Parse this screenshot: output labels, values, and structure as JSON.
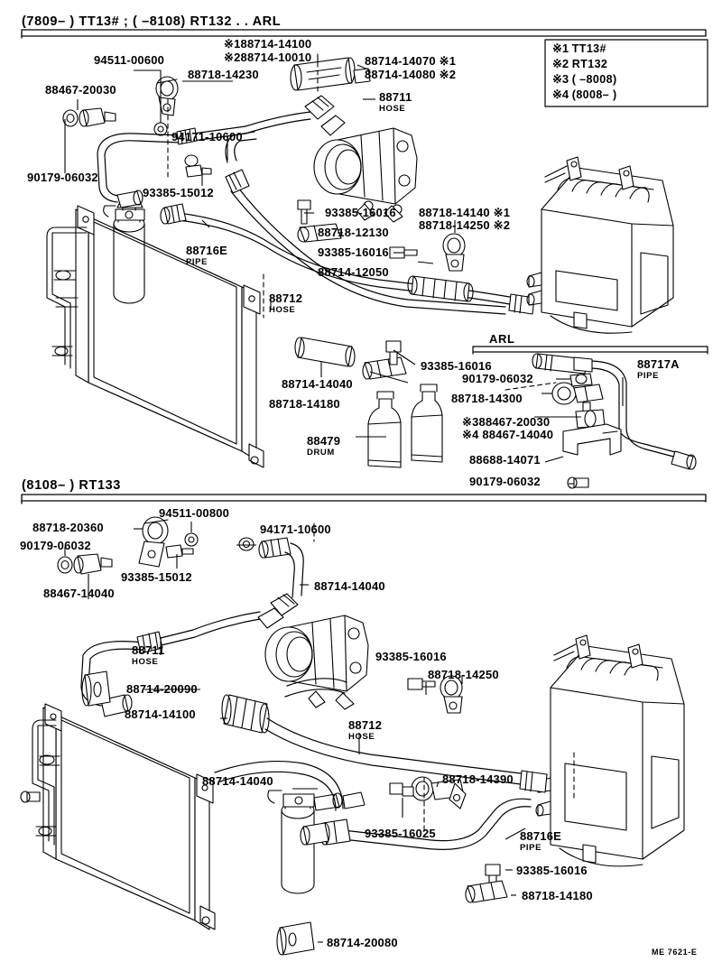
{
  "document": {
    "footer_code": "ME 7621-E"
  },
  "sections": [
    {
      "id": "sec1",
      "title": "(7809–      ) TT13# ; (      –8108) RT132 . . ARL"
    },
    {
      "id": "sec2",
      "title": "(8108–      ) RT133"
    }
  ],
  "subsections": [
    {
      "id": "arl",
      "title": "ARL"
    }
  ],
  "legend": {
    "name": "applicability-legend",
    "items": [
      {
        "mark": "※1",
        "value": "TT13#"
      },
      {
        "mark": "※2",
        "value": "RT132"
      },
      {
        "mark": "※3",
        "value": "(        –8008)"
      },
      {
        "mark": "※4",
        "value": "(8008–        )"
      }
    ]
  },
  "section1_labels": [
    {
      "id": "s1_94511",
      "text": "94511-00600",
      "sub": ""
    },
    {
      "id": "s1_88718_14230",
      "text": "88718-14230",
      "sub": ""
    },
    {
      "id": "s1_88467_20030",
      "text": "88467-20030",
      "sub": ""
    },
    {
      "id": "s1_88714_14100",
      "text": "※188714-14100",
      "sub": ""
    },
    {
      "id": "s1_88714_10010",
      "text": "※288714-10010",
      "sub": ""
    },
    {
      "id": "s1_88714_14070",
      "text": "88714-14070 ※1",
      "sub": ""
    },
    {
      "id": "s1_88714_14080",
      "text": "88714-14080 ※2",
      "sub": ""
    },
    {
      "id": "s1_88711",
      "text": "88711",
      "sub": "HOSE"
    },
    {
      "id": "s1_94171",
      "text": "94171-10600",
      "sub": ""
    },
    {
      "id": "s1_90179",
      "text": "90179-06032",
      "sub": ""
    },
    {
      "id": "s1_93385_15012",
      "text": "93385-15012",
      "sub": ""
    },
    {
      "id": "s1_88716E",
      "text": "88716E",
      "sub": "PIPE"
    },
    {
      "id": "s1_93385_16016a",
      "text": "93385-16016",
      "sub": ""
    },
    {
      "id": "s1_88718_12130",
      "text": "88718-12130",
      "sub": ""
    },
    {
      "id": "s1_93385_16016b",
      "text": "93385-16016",
      "sub": ""
    },
    {
      "id": "s1_88714_12050",
      "text": "88714-12050",
      "sub": ""
    },
    {
      "id": "s1_88718_14140",
      "text": "88718-14140 ※1",
      "sub": ""
    },
    {
      "id": "s1_88718_14250",
      "text": "88718-14250 ※2",
      "sub": ""
    },
    {
      "id": "s1_88712",
      "text": "88712",
      "sub": "HOSE"
    },
    {
      "id": "s1_88714_14040",
      "text": "88714-14040",
      "sub": ""
    },
    {
      "id": "s1_88718_14180",
      "text": "88718-14180",
      "sub": ""
    },
    {
      "id": "s1_88479",
      "text": "88479",
      "sub": "DRUM"
    },
    {
      "id": "s1_93385_16016c",
      "text": "93385-16016",
      "sub": ""
    }
  ],
  "arl_labels": [
    {
      "id": "arl_90179",
      "text": "90179-06032",
      "sub": ""
    },
    {
      "id": "arl_88718_14300",
      "text": "88718-14300",
      "sub": ""
    },
    {
      "id": "arl_88467_20030",
      "text": "※388467-20030",
      "sub": ""
    },
    {
      "id": "arl_88467_14040",
      "text": "※4 88467-14040",
      "sub": ""
    },
    {
      "id": "arl_88688",
      "text": "88688-14071",
      "sub": ""
    },
    {
      "id": "arl_90179b",
      "text": "90179-06032",
      "sub": ""
    },
    {
      "id": "arl_88717A",
      "text": "88717A",
      "sub": "PIPE"
    }
  ],
  "section2_labels": [
    {
      "id": "s2_88718_20360",
      "text": "88718-20360",
      "sub": ""
    },
    {
      "id": "s2_94511",
      "text": "94511-00800",
      "sub": ""
    },
    {
      "id": "s2_94171",
      "text": "94171-10600",
      "sub": ""
    },
    {
      "id": "s2_90179",
      "text": "90179-06032",
      "sub": ""
    },
    {
      "id": "s2_93385_15012",
      "text": "93385-15012",
      "sub": ""
    },
    {
      "id": "s2_88467_14040",
      "text": "88467-14040",
      "sub": ""
    },
    {
      "id": "s2_88714_14040a",
      "text": "88714-14040",
      "sub": ""
    },
    {
      "id": "s2_88711",
      "text": "88711",
      "sub": "HOSE"
    },
    {
      "id": "s2_88714_20090",
      "text": "88714-20090",
      "sub": ""
    },
    {
      "id": "s2_88714_14100",
      "text": "88714-14100",
      "sub": ""
    },
    {
      "id": "s2_93385_16016a",
      "text": "93385-16016",
      "sub": ""
    },
    {
      "id": "s2_88718_14250",
      "text": "88718-14250",
      "sub": ""
    },
    {
      "id": "s2_88712",
      "text": "88712",
      "sub": "HOSE"
    },
    {
      "id": "s2_88714_14040b",
      "text": "88714-14040",
      "sub": ""
    },
    {
      "id": "s2_88718_14390",
      "text": "88718-14390",
      "sub": ""
    },
    {
      "id": "s2_93385_16025",
      "text": "93385-16025",
      "sub": ""
    },
    {
      "id": "s2_88716E",
      "text": "88716E",
      "sub": "PIPE"
    },
    {
      "id": "s2_93385_16016b",
      "text": "93385-16016",
      "sub": ""
    },
    {
      "id": "s2_88718_14180",
      "text": "88718-14180",
      "sub": ""
    },
    {
      "id": "s2_88714_20080",
      "text": "88714-20080",
      "sub": ""
    }
  ]
}
